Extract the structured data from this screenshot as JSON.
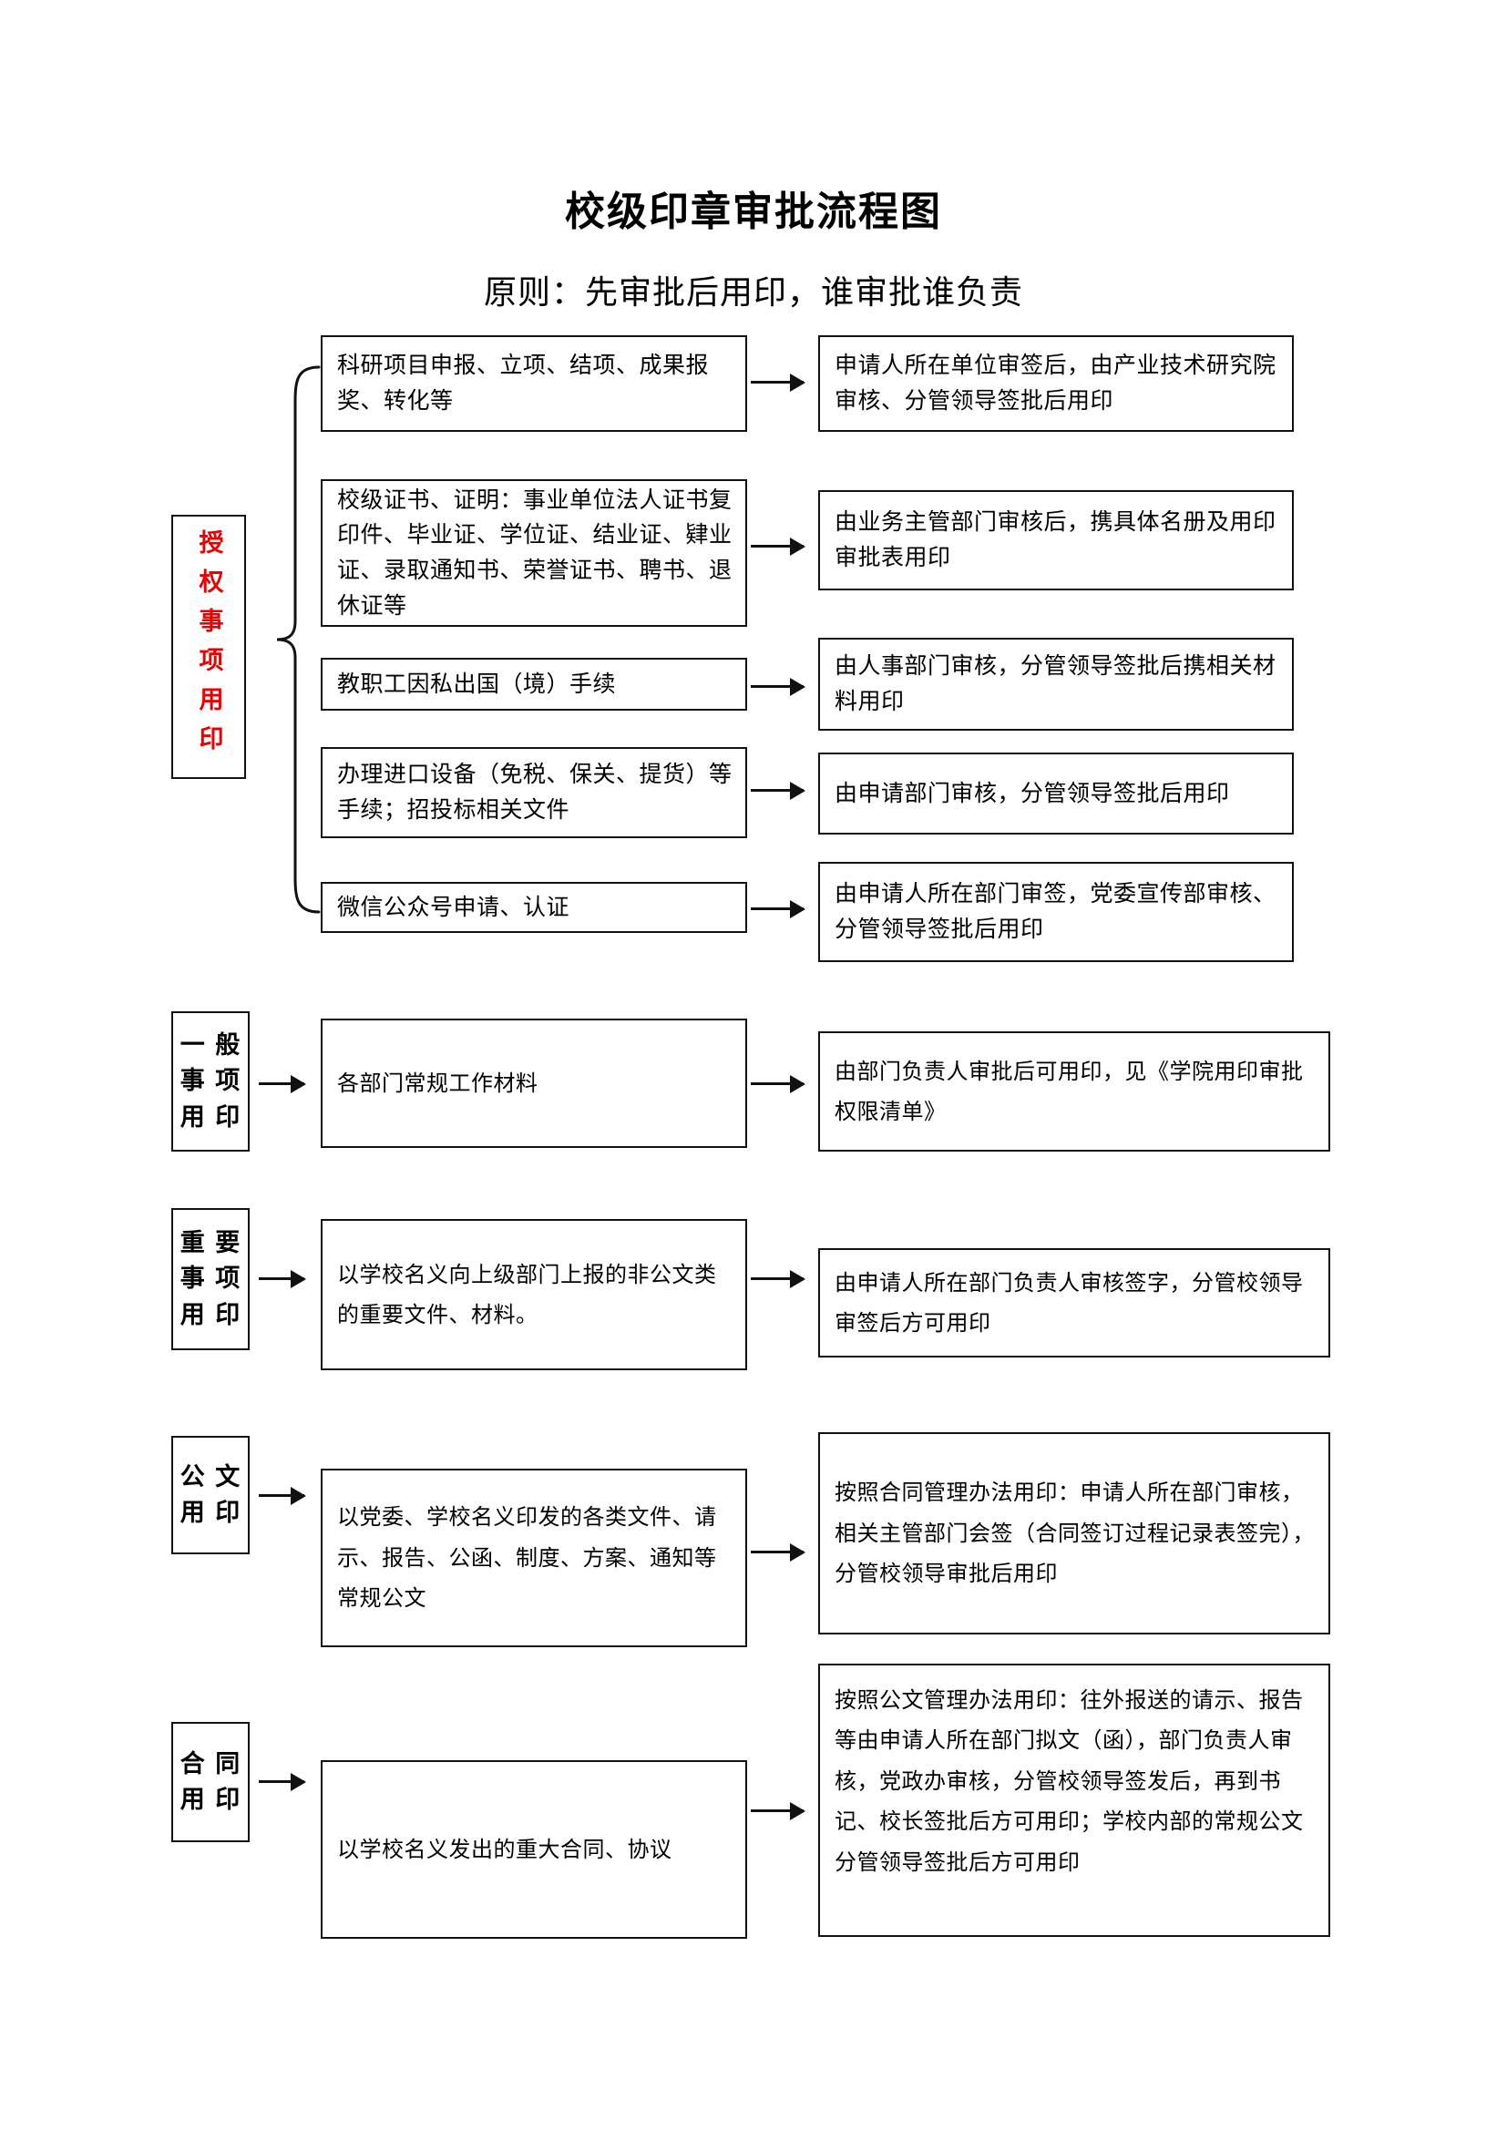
{
  "document": {
    "title": "校级印章审批流程图",
    "subtitle": "原则：先审批后用印，谁审批谁负责"
  },
  "colors": {
    "accent_red": "#ee0000",
    "line": "#111111",
    "background": "#ffffff"
  },
  "sections": [
    {
      "category_label": "授权事项用印",
      "category_style": "red-vertical",
      "rows": [
        {
          "trigger": "科研项目申报、立项、结项、成果报奖、转化等",
          "action": "申请人所在单位审签后，由产业技术研究院审核、分管领导签批后用印"
        },
        {
          "trigger": "校级证书、证明：事业单位法人证书复印件、毕业证、学位证、结业证、肄业证、录取通知书、荣誉证书、聘书、退休证等",
          "action": "由业务主管部门审核后，携具体名册及用印审批表用印"
        },
        {
          "trigger": "教职工因私出国（境）手续",
          "action": "由人事部门审核，分管领导签批后携相关材料用印"
        },
        {
          "trigger": "办理进口设备（免税、保关、提货）等手续；招投标相关文件",
          "action": "由申请部门审核，分管领导签批后用印"
        },
        {
          "trigger": "微信公众号申请、认证",
          "action": "由申请人所在部门审签，党委宣传部审核、分管领导签批后用印"
        }
      ]
    },
    {
      "category_label": "一般事项用印",
      "category_style": "black-grid",
      "rows": [
        {
          "trigger": "各部门常规工作材料",
          "action": "由部门负责人审批后可用印，见《学院用印审批权限清单》"
        }
      ]
    },
    {
      "category_label": "重要事项用印",
      "category_style": "black-grid",
      "rows": [
        {
          "trigger": "以学校名义向上级部门上报的非公文类的重要文件、材料。",
          "action": "由申请人所在部门负责人审核签字，分管校领导审签后方可用印"
        }
      ]
    },
    {
      "category_label": "公文用印",
      "category_style": "black-grid",
      "rows": [
        {
          "trigger": "以党委、学校名义印发的各类文件、请示、报告、公函、制度、方案、通知等常规公文",
          "action": "按照合同管理办法用印：申请人所在部门审核，相关主管部门会签（合同签订过程记录表签完），分管校领导审批后用印"
        }
      ]
    },
    {
      "category_label": "合同用印",
      "category_style": "black-grid",
      "rows": [
        {
          "trigger": "以学校名义发出的重大合同、协议",
          "action": "按照公文管理办法用印：往外报送的请示、报告等由申请人所在部门拟文（函），部门负责人审核，党政办审核，分管校领导签发后，再到书记、校长签批后方可用印；学校内部的常规公文分管领导签批后方可用印"
        }
      ]
    }
  ],
  "category_lines": {
    "authorized": [
      "授",
      "权",
      "事",
      "项",
      "用",
      "印"
    ],
    "general": [
      "一 般",
      "事 项",
      "用 印"
    ],
    "important": [
      "重 要",
      "事 项",
      "用 印"
    ],
    "official": [
      "公 文",
      "用 印"
    ],
    "contract": [
      "合 同",
      "用 印"
    ]
  }
}
